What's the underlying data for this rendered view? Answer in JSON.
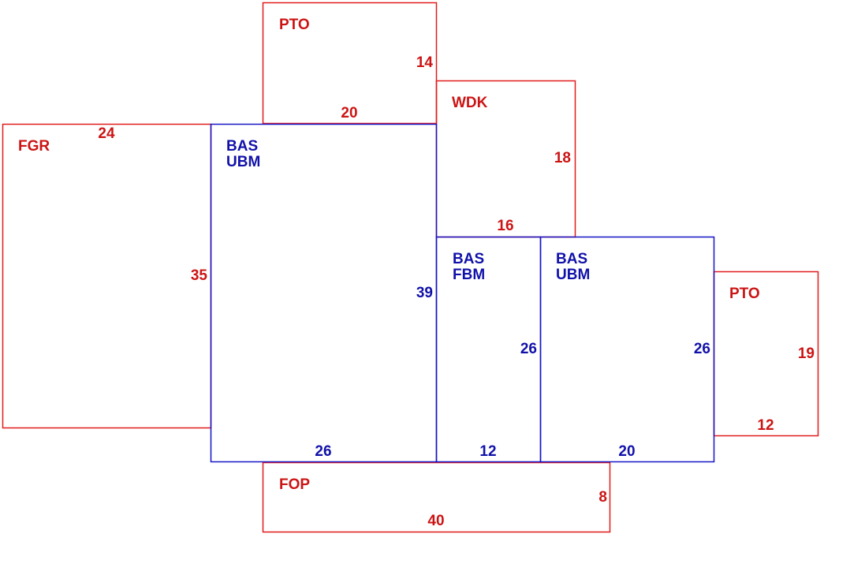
{
  "colors": {
    "exterior": "#e11b1b",
    "living": "#1515c7",
    "exterior_text": "#cc1414",
    "living_text": "#1111aa"
  },
  "areas": [
    {
      "id": "pto_top",
      "code": "PTO",
      "dims": [
        "14",
        "20"
      ]
    },
    {
      "id": "wdk",
      "code": "WDK",
      "dims": [
        "18",
        "16"
      ]
    },
    {
      "id": "fgr",
      "code": "FGR",
      "dims": [
        "24",
        "35"
      ]
    },
    {
      "id": "bas_ubm_main",
      "code_lines": [
        "BAS",
        "UBM"
      ],
      "dims": [
        "39",
        "26"
      ]
    },
    {
      "id": "bas_fbm",
      "code_lines": [
        "BAS",
        "FBM"
      ],
      "dims": [
        "26",
        "12"
      ]
    },
    {
      "id": "bas_ubm_right",
      "code_lines": [
        "BAS",
        "UBM"
      ],
      "dims": [
        "26",
        "20"
      ]
    },
    {
      "id": "pto_right",
      "code": "PTO",
      "dims": [
        "19",
        "12"
      ]
    },
    {
      "id": "fop",
      "code": "FOP",
      "dims": [
        "8",
        "40"
      ]
    }
  ]
}
